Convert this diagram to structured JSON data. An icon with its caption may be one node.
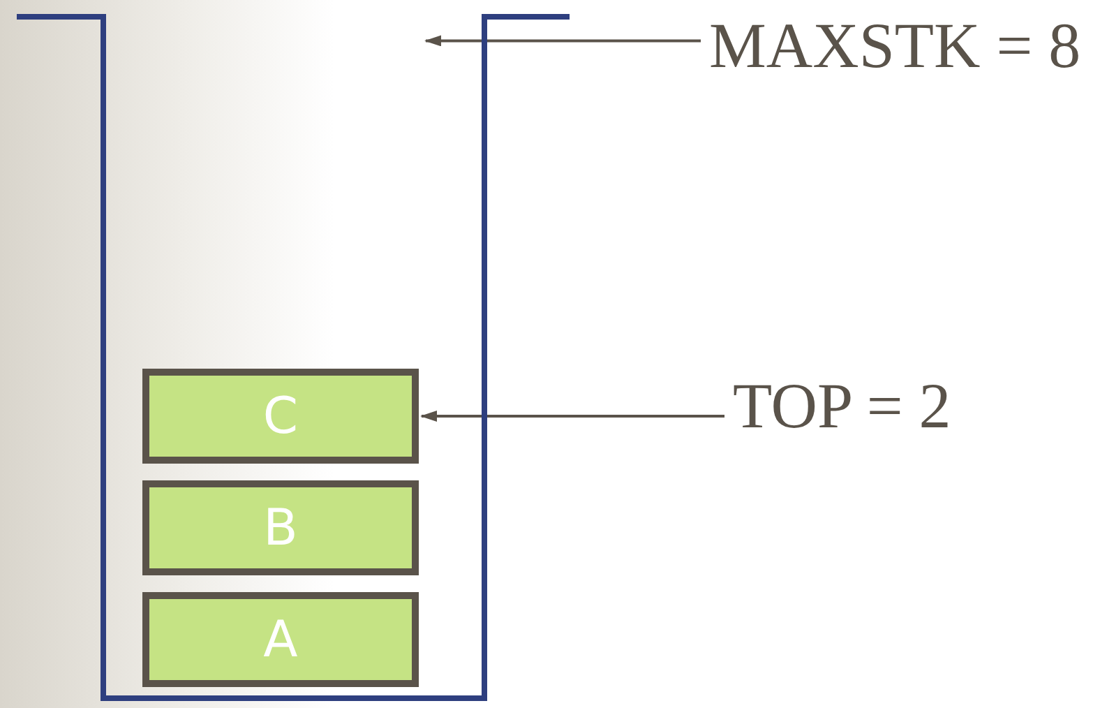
{
  "diagram": {
    "nodes": [
      {
        "text": [],
        "shape": "box"
      },
      {
        "text": [
          "C"
        ],
        "in": 0
      },
      {
        "text": [
          "B"
        ],
        "in": 0
      },
      {
        "text": [
          "A"
        ],
        "in": 0
      },
      {
        "text": [
          "MAXSTK = 8"
        ]
      },
      {
        "text": [
          "TOP = 2"
        ]
      }
    ],
    "edges": [
      {
        "from": 4,
        "to": 0,
        "arrow": "to"
      },
      {
        "from": 5,
        "to": 1,
        "arrow": "to"
      }
    ]
  }
}
